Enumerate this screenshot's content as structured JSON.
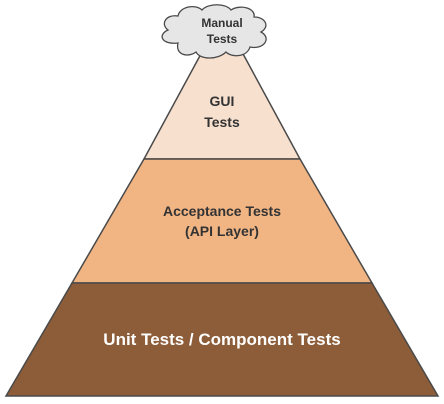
{
  "diagram": {
    "cloud": {
      "line1": "Manual",
      "line2": "Tests",
      "fill": "#e6e6e6"
    },
    "gui": {
      "line1": "GUI",
      "line2": "Tests",
      "fill": "#f8e0cf"
    },
    "acceptance": {
      "line1": "Acceptance Tests",
      "line2": "(API Layer)",
      "fill": "#f1b584"
    },
    "unit": {
      "line1": "Unit Tests / Component Tests",
      "fill": "#8d5c38",
      "text_color": "#ffffff"
    },
    "text_color": "#333333",
    "outline_color": "#4a4a4a"
  }
}
